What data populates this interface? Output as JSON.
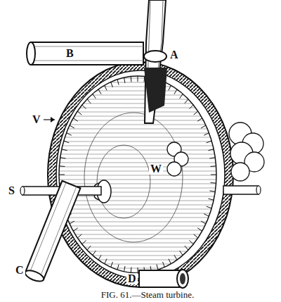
{
  "diagram": {
    "caption": "FIG. 61.—Steam turbine.",
    "labels": [
      "A",
      "B",
      "V",
      "S",
      "W",
      "C",
      "D"
    ]
  }
}
